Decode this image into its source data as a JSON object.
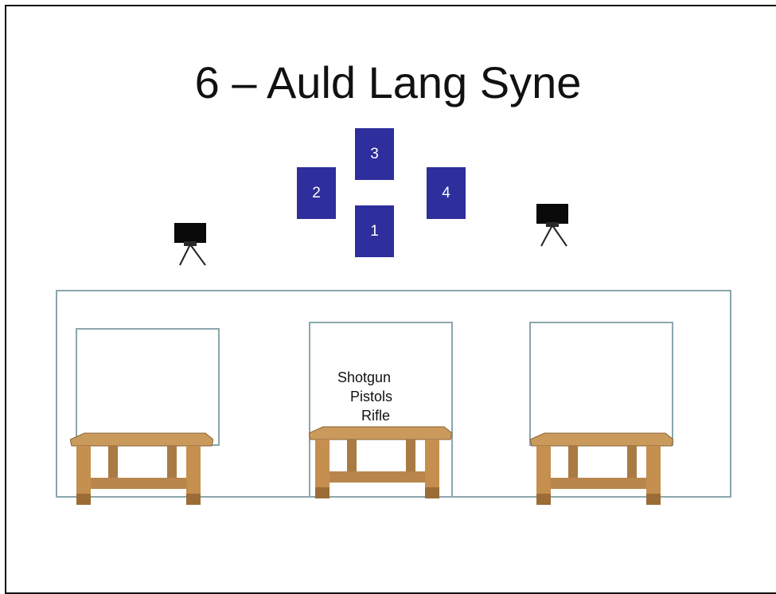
{
  "title": "6 – Auld Lang Syne",
  "targets": [
    {
      "label": "3"
    },
    {
      "label": "2"
    },
    {
      "label": "4"
    },
    {
      "label": "1"
    }
  ],
  "shooting_position_center": {
    "firearms": [
      "Shotgun",
      "Pistols",
      "Rifle"
    ]
  },
  "colors": {
    "target": "#2e2e9c",
    "box_outline": "#8aa6ad",
    "table_wood": "#c99a5c"
  }
}
